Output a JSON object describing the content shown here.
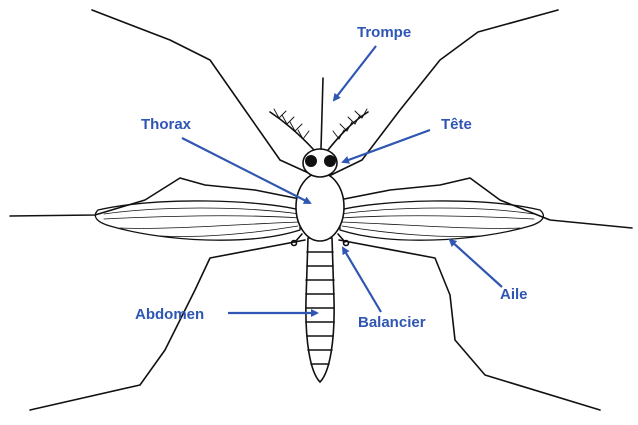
{
  "diagram": {
    "label_color": "#2f56b3",
    "line_color": "#111111",
    "labels": {
      "trompe": "Trompe",
      "thorax": "Thorax",
      "tete": "Tête",
      "aile": "Aile",
      "abdomen": "Abdomen",
      "balancier": "Balancier"
    }
  }
}
